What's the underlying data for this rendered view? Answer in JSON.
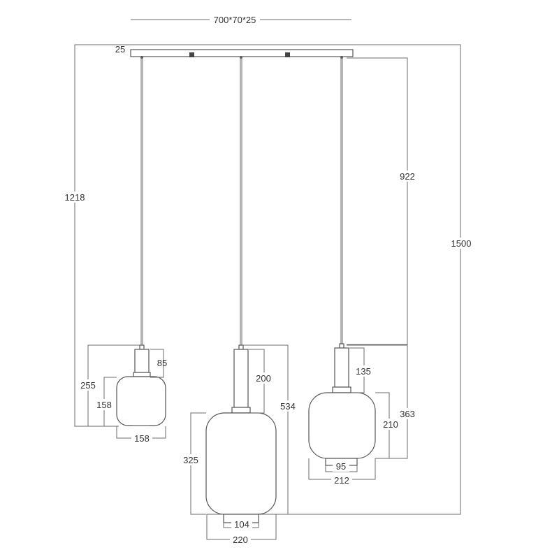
{
  "dimensions": {
    "canopy": "700*70*25",
    "canopy_height": "25",
    "left_total": "1218",
    "right_drop": "922",
    "overall": "1500",
    "left_neck": "85",
    "left_total_height": "255",
    "left_globe_height": "158",
    "left_globe_width": "158",
    "mid_neck": "200",
    "mid_total_height": "534",
    "mid_globe_height": "325",
    "mid_bottom": "104",
    "mid_globe_width": "220",
    "right_neck": "135",
    "right_globe_height": "210",
    "right_total_height": "363",
    "right_bottom": "95",
    "right_globe_width": "212"
  }
}
